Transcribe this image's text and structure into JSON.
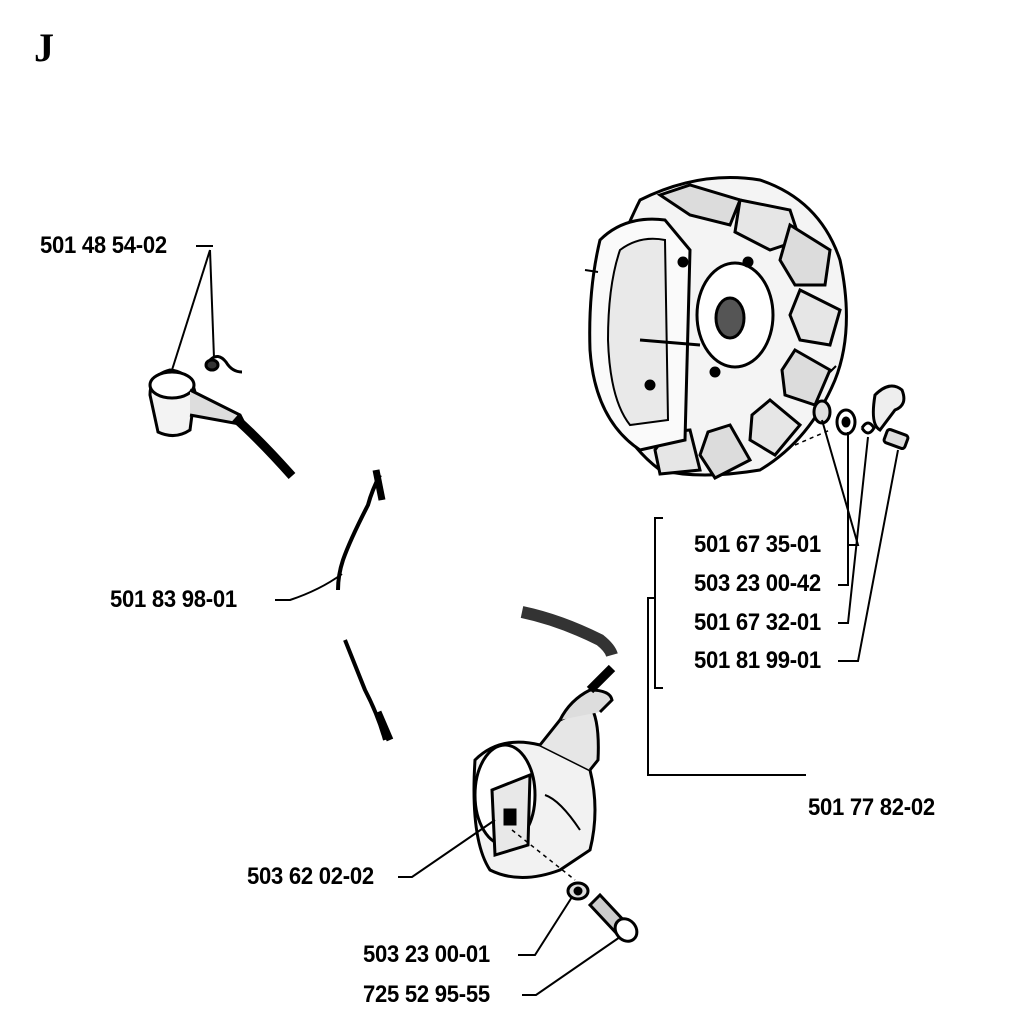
{
  "section_letter": "J",
  "parts": [
    {
      "id": "spark_plug_boot",
      "number": "501 48 54-02"
    },
    {
      "id": "ignition_cable",
      "number": "501 83 98-01"
    },
    {
      "id": "flywheel_washer",
      "number": "501 67 35-01"
    },
    {
      "id": "flywheel_spring_washer",
      "number": "503 23 00-42"
    },
    {
      "id": "flywheel_pawl",
      "number": "501 67 32-01"
    },
    {
      "id": "flywheel_screw",
      "number": "501 81 99-01"
    },
    {
      "id": "flywheel_kit",
      "number": "501 77 82-02"
    },
    {
      "id": "ignition_module",
      "number": "503 62 02-02"
    },
    {
      "id": "module_washer",
      "number": "503 23 00-01"
    },
    {
      "id": "module_screw",
      "number": "725 52 95-55"
    }
  ],
  "colors": {
    "ink": "#000000",
    "paper": "#ffffff",
    "shade": "#6e6e6e",
    "light": "#d9d9d9"
  }
}
